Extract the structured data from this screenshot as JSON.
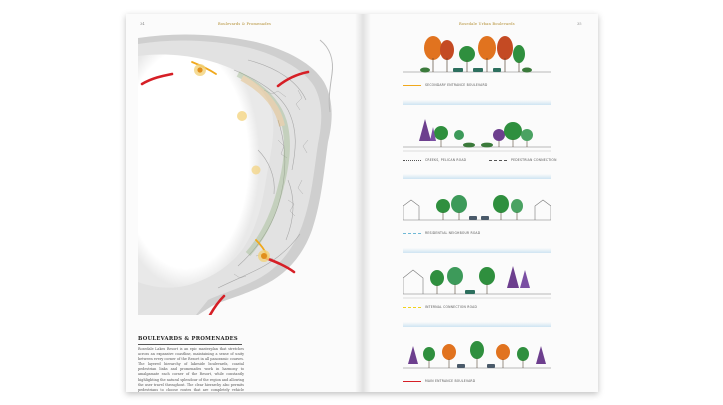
{
  "book": {
    "left_page_number": "34",
    "left_running_head": "Boulevards & Promenades",
    "right_running_head": "Rosedale Urban Boulevards",
    "right_page_number": "35"
  },
  "article": {
    "heading": "BOULEVARDS & PROMENADES",
    "body": "Rosedale Lakes Resort is an epic masterplan that stretches across an expansive coastline, maintaining a sense of unity between every corner of the Resort in all panoramic courses. The layered hierarchy of lakeside boulevards, coastal pedestrian links and promenades work in harmony to amalgamate each corner of the Resort, while constantly highlighting the natural splendour of the region and allowing the user travel throughout. The clear hierarchy also permits pedestrians to choose routes that are completely vehicle free, allowing the unimpeded enjoyment of the flowing landscape."
  },
  "sections": [
    {
      "id": "secondary-entrance",
      "legend": [
        {
          "label": "SECONDARY ENTRANCE BOULEVARD",
          "color": "#f0a81c",
          "style": "solid"
        }
      ]
    },
    {
      "id": "pedestrian",
      "legend": [
        {
          "label": "CREEKS, PELICAN ROAD",
          "color": "#555555",
          "style": "dotted"
        },
        {
          "label": "PEDESTRIAN CONNECTION",
          "color": "#555555",
          "style": "dashed"
        }
      ]
    },
    {
      "id": "residential",
      "legend": [
        {
          "label": "RESIDENTIAL NEIGHBOUR ROAD",
          "color": "#6fb9d6",
          "style": "dashed"
        }
      ]
    },
    {
      "id": "internal",
      "legend": [
        {
          "label": "INTERNAL CONNECTION ROAD",
          "color": "#f0d21c",
          "style": "dashed"
        }
      ]
    },
    {
      "id": "main",
      "legend": [
        {
          "label": "MAIN ENTRANCE BOULEVARD",
          "color": "#d61f26",
          "style": "solid"
        }
      ]
    }
  ],
  "colors": {
    "accent_gold": "#b08a2a",
    "boulevard_red": "#d61f26",
    "boulevard_orange": "#f0a81c",
    "tree_green": "#2f8f3e",
    "tree_orange": "#e1731f",
    "tree_purple": "#6d3f8e"
  }
}
